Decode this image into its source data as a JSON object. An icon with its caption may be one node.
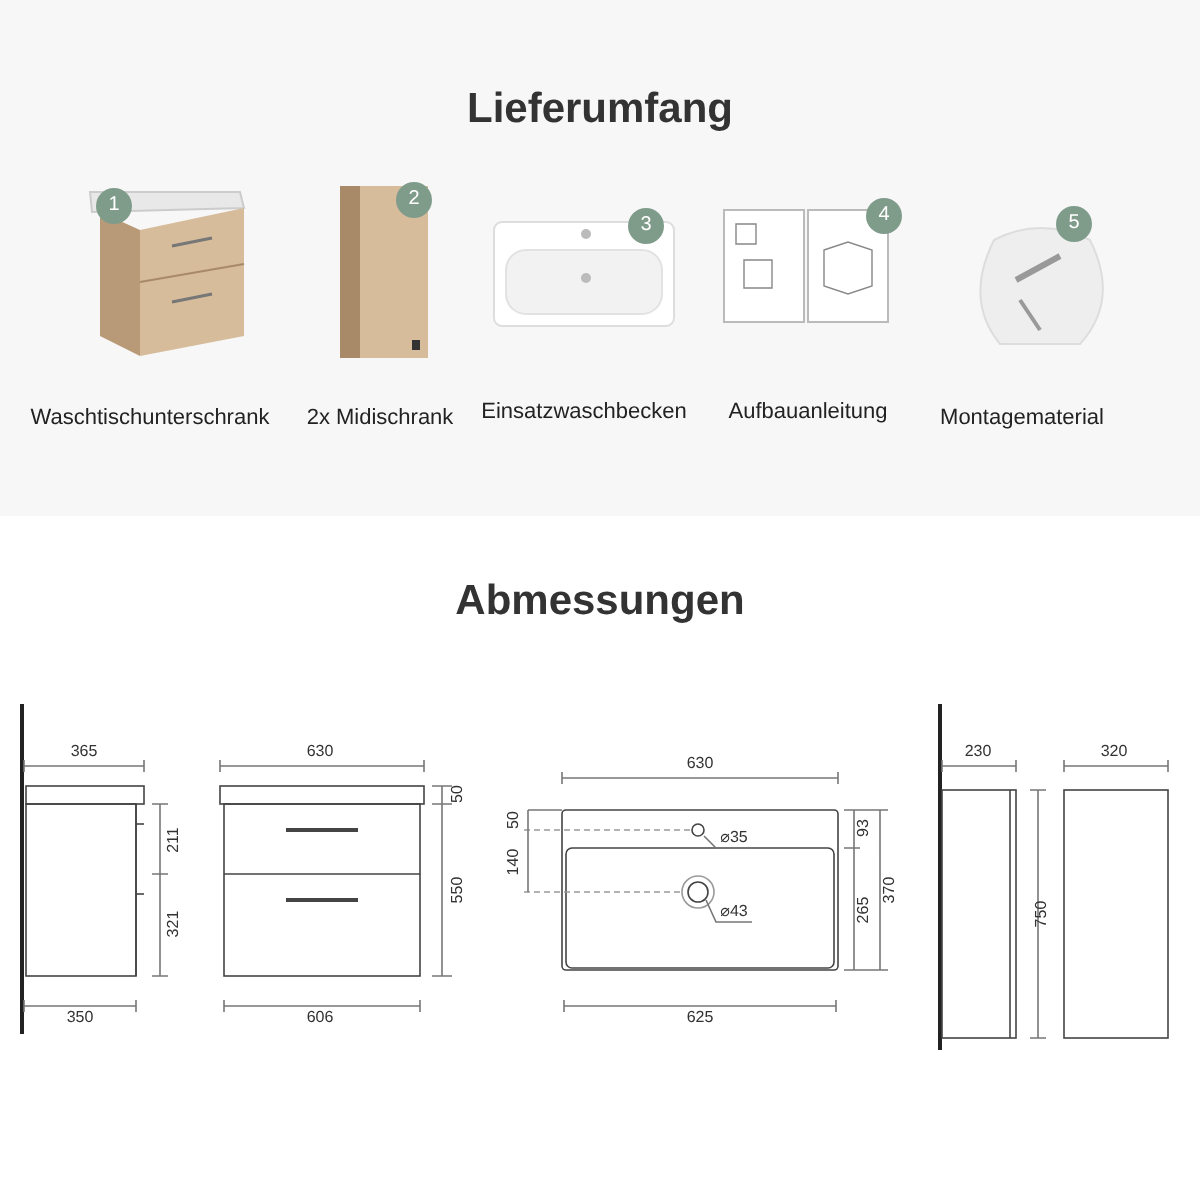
{
  "diagram": {
    "title": "Lieferumfang",
    "labels": [
      "1",
      "2",
      "3",
      "4",
      "5",
      "Waschtischunterschrank",
      "2x Midischrank",
      "Einsatzwaschbecken",
      "Aufbauanleitung",
      "Montagematerial",
      "Abmessungen",
      "365",
      "630",
      "50",
      "211",
      "550",
      "321",
      "350",
      "606",
      "630",
      "50",
      "⌀35",
      "93",
      "140",
      "370",
      "265",
      "⌀43",
      "625",
      "230",
      "320",
      "750"
    ]
  }
}
